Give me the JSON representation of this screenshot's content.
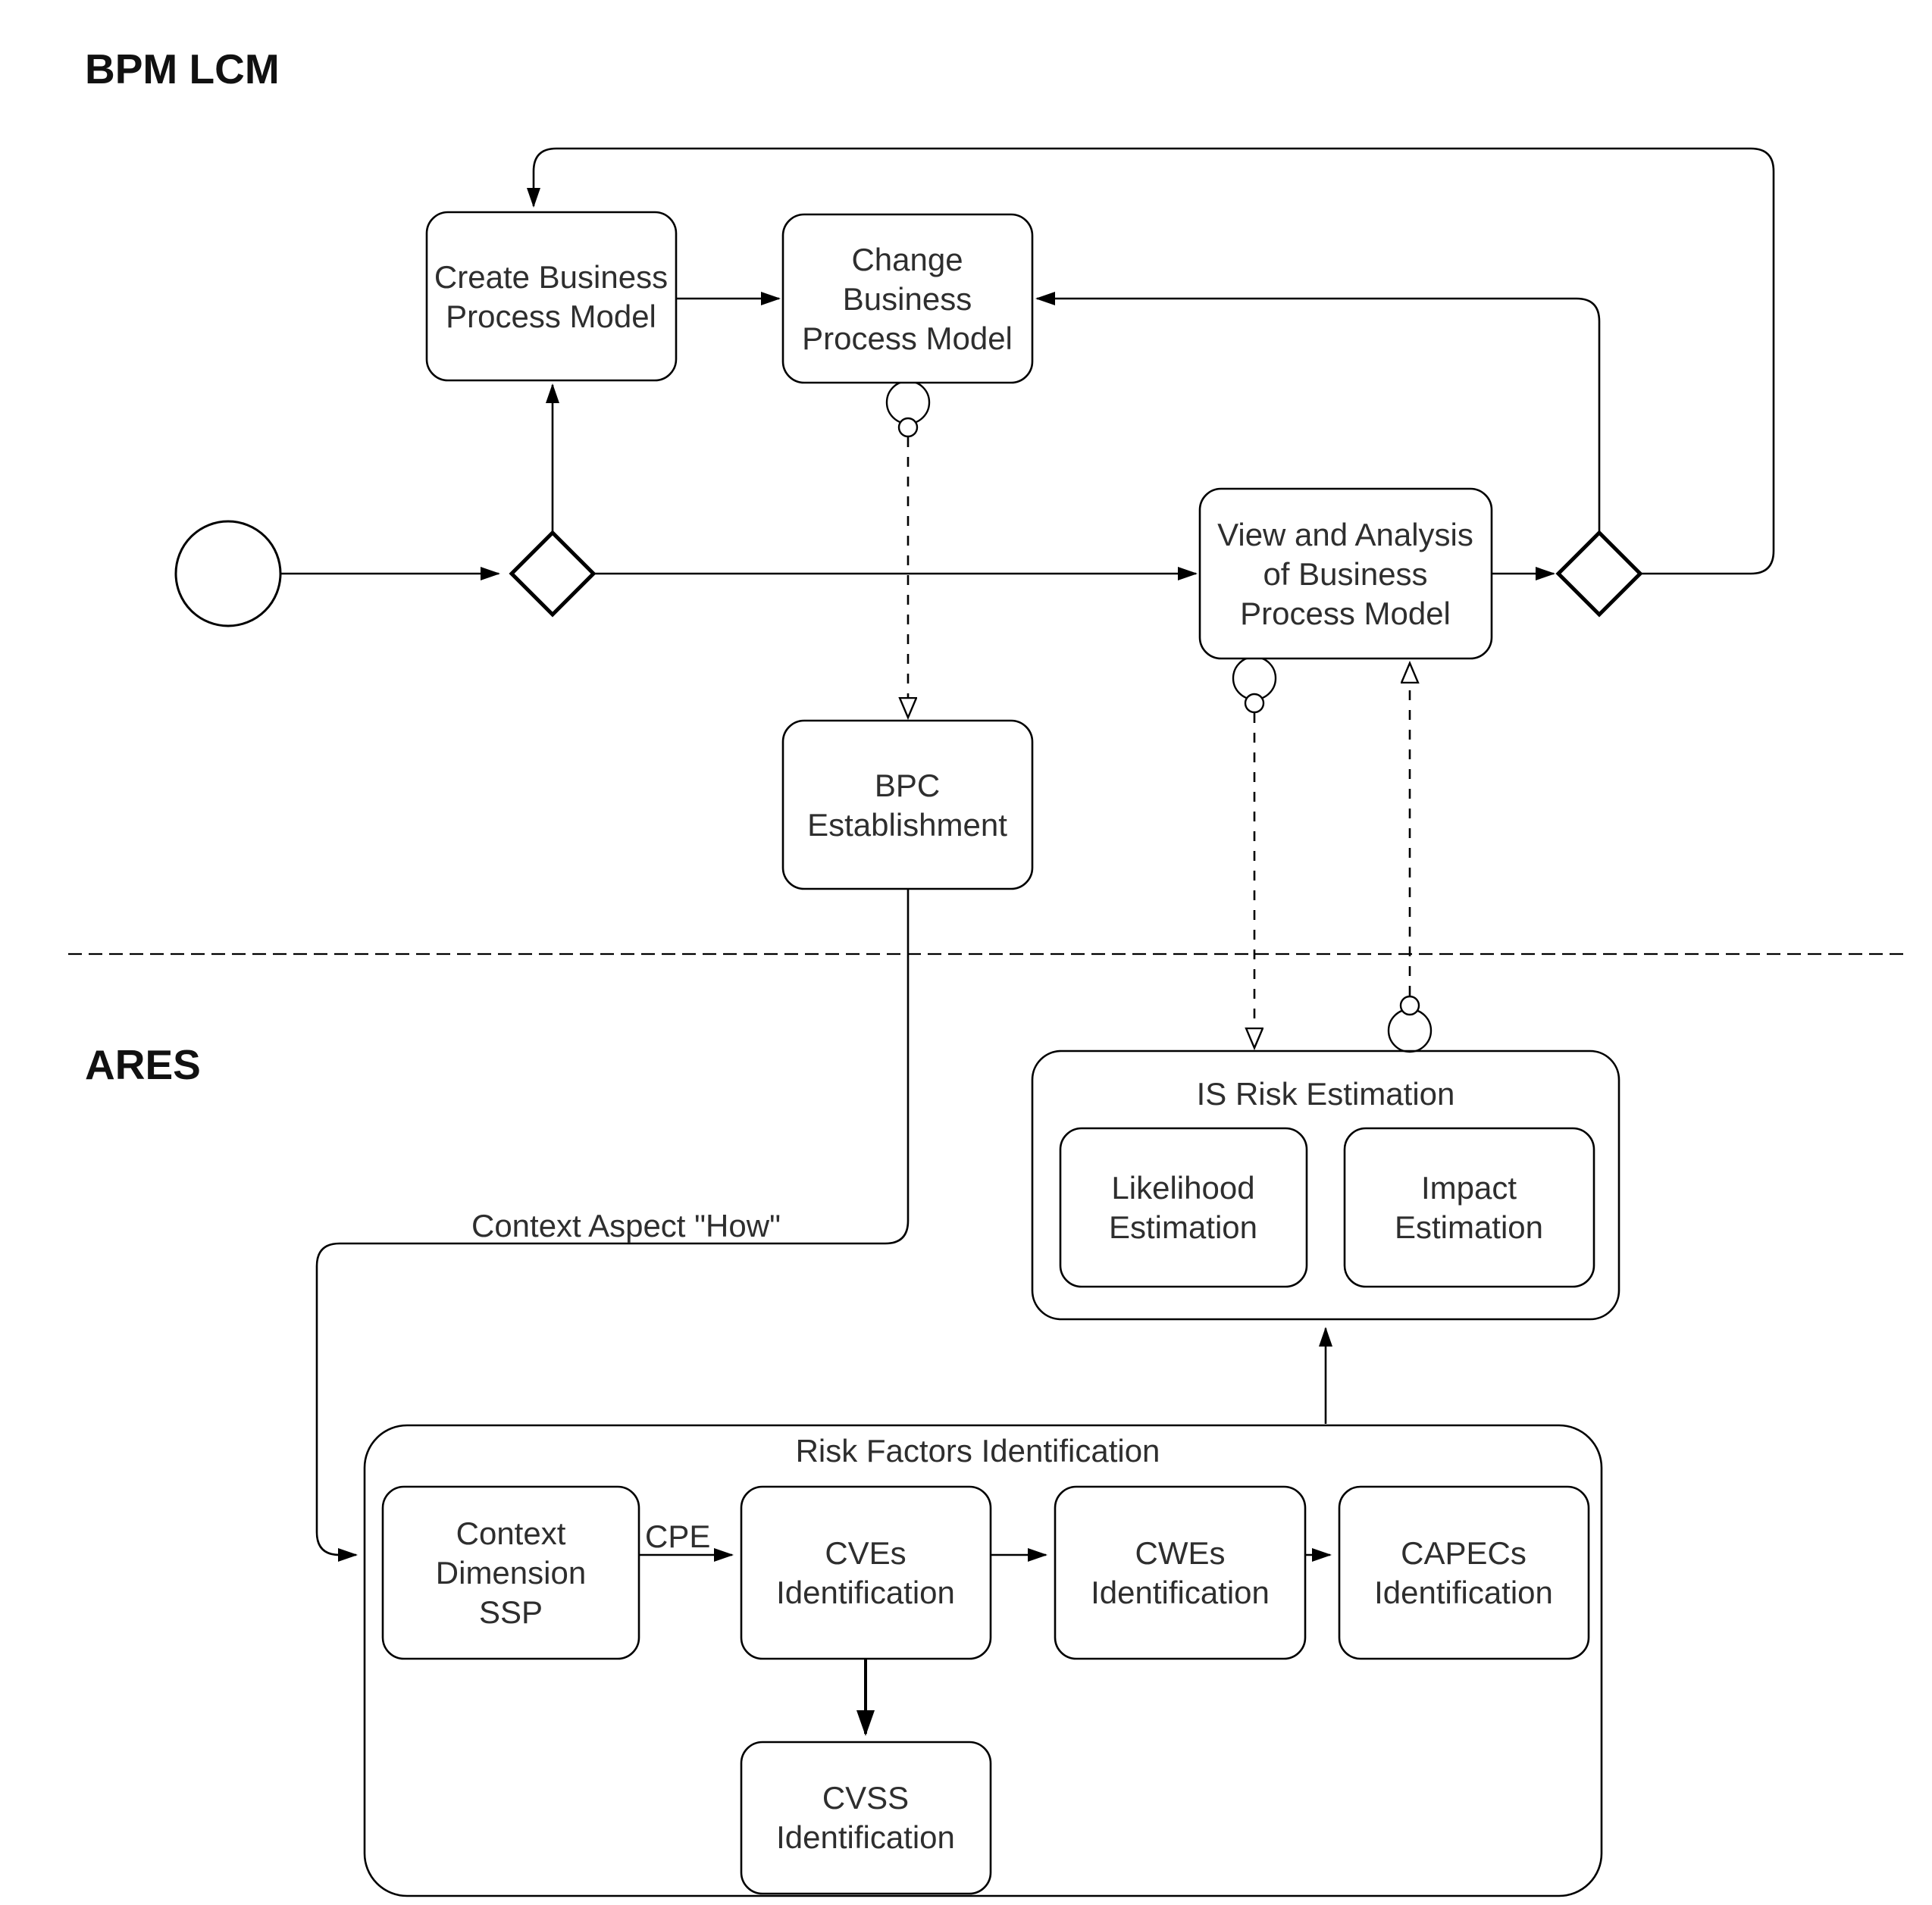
{
  "lanes": {
    "top": "BPM LCM",
    "bottom": "ARES"
  },
  "nodes": {
    "create_bpm": {
      "lines": [
        "Create Business",
        "Process Model"
      ]
    },
    "change_bpm": {
      "lines": [
        "Change",
        "Business",
        "Process Model"
      ]
    },
    "view_bpm": {
      "lines": [
        "View and Analysis",
        "of Business",
        "Process Model"
      ]
    },
    "bpc": {
      "lines": [
        "BPC",
        "Establishment"
      ]
    },
    "likelihood": {
      "lines": [
        "Likelihood",
        "Estimation"
      ]
    },
    "impact": {
      "lines": [
        "Impact",
        "Estimation"
      ]
    },
    "ssp": {
      "lines": [
        "Context",
        "Dimension",
        "SSP"
      ]
    },
    "cves": {
      "lines": [
        "CVEs",
        "Identification"
      ]
    },
    "cwes": {
      "lines": [
        "CWEs",
        "Identification"
      ]
    },
    "capecs": {
      "lines": [
        "CAPECs",
        "Identification"
      ]
    },
    "cvss": {
      "lines": [
        "CVSS",
        "Identification"
      ]
    }
  },
  "containers": {
    "is_risk": {
      "title": "IS Risk Estimation"
    },
    "risk_factors": {
      "title": "Risk Factors Identification"
    }
  },
  "edge_labels": {
    "context_aspect": "Context Aspect \"How\"",
    "cpe": "CPE"
  },
  "colors": {
    "stroke": "#000000",
    "background": "#ffffff",
    "text": "#2e2e2e"
  }
}
